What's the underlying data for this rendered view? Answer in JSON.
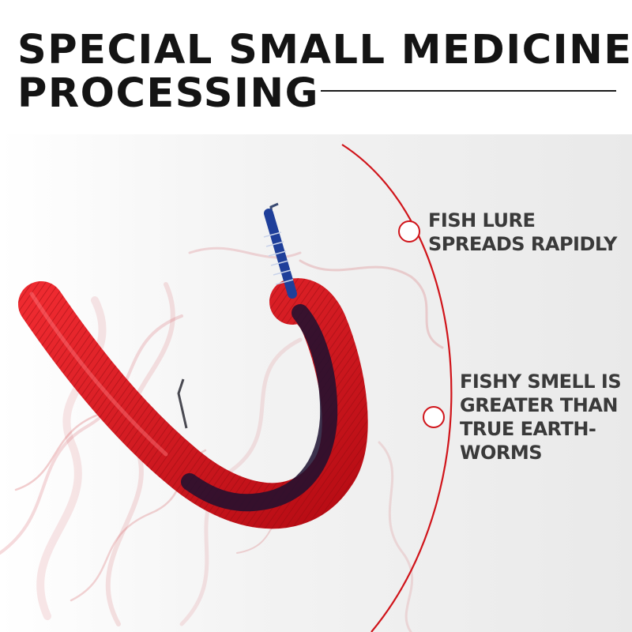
{
  "header": {
    "title_line_1": "SPECIAL SMALL MEDICINE",
    "title_line_2": "PROCESSING"
  },
  "features": [
    {
      "lines": [
        "FISH LURE",
        "SPREADS RAPIDLY"
      ]
    },
    {
      "lines": [
        "FISHY SMELL IS",
        "GREATER THAN",
        "TRUE EARTH-",
        "WORMS"
      ]
    }
  ],
  "colors": {
    "accent": "#d0141a",
    "lure_red": "#d8141c",
    "lure_stripe": "#1c1030",
    "hook_blue": "#1f3f9a",
    "text_dark": "#141414"
  },
  "icons": [
    "callout-circle-icon",
    "fishing-hook-icon",
    "soft-worm-lure-image",
    "red-smoke-image"
  ]
}
